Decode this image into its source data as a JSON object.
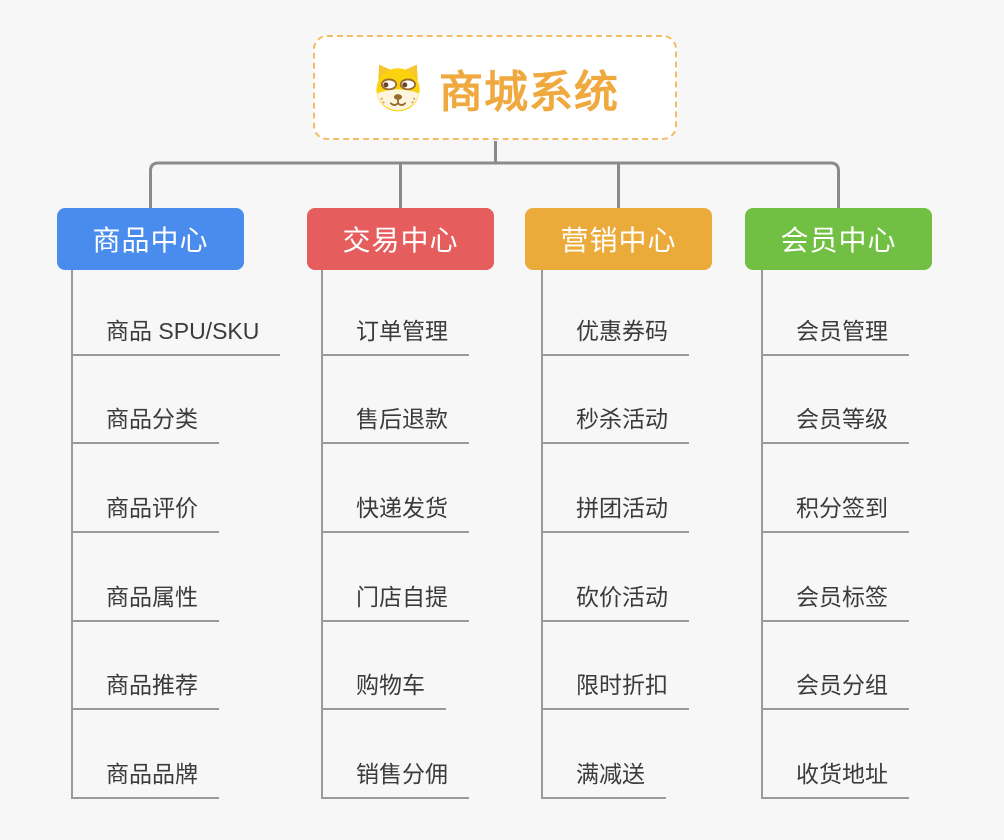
{
  "root": {
    "title": "商城系统",
    "icon": "dog-face-icon"
  },
  "branches": [
    {
      "label": "商品中心",
      "color": "#4a8cee",
      "children": [
        "商品 SPU/SKU",
        "商品分类",
        "商品评价",
        "商品属性",
        "商品推荐",
        "商品品牌"
      ]
    },
    {
      "label": "交易中心",
      "color": "#e65d5d",
      "children": [
        "订单管理",
        "售后退款",
        "快递发货",
        "门店自提",
        "购物车",
        "销售分佣"
      ]
    },
    {
      "label": "营销中心",
      "color": "#ebab3b",
      "children": [
        "优惠券码",
        "秒杀活动",
        "拼团活动",
        "砍价活动",
        "限时折扣",
        "满减送"
      ]
    },
    {
      "label": "会员中心",
      "color": "#72c043",
      "children": [
        "会员管理",
        "会员等级",
        "积分签到",
        "会员标签",
        "会员分组",
        "收货地址"
      ]
    }
  ],
  "colors": {
    "background": "#f7f7f7",
    "connector": "#8b8b8b",
    "leaf_line": "#9a9a9a",
    "leaf_text": "#3b3b3b",
    "root_text": "#efa93f",
    "root_border": "#f3bc66"
  }
}
